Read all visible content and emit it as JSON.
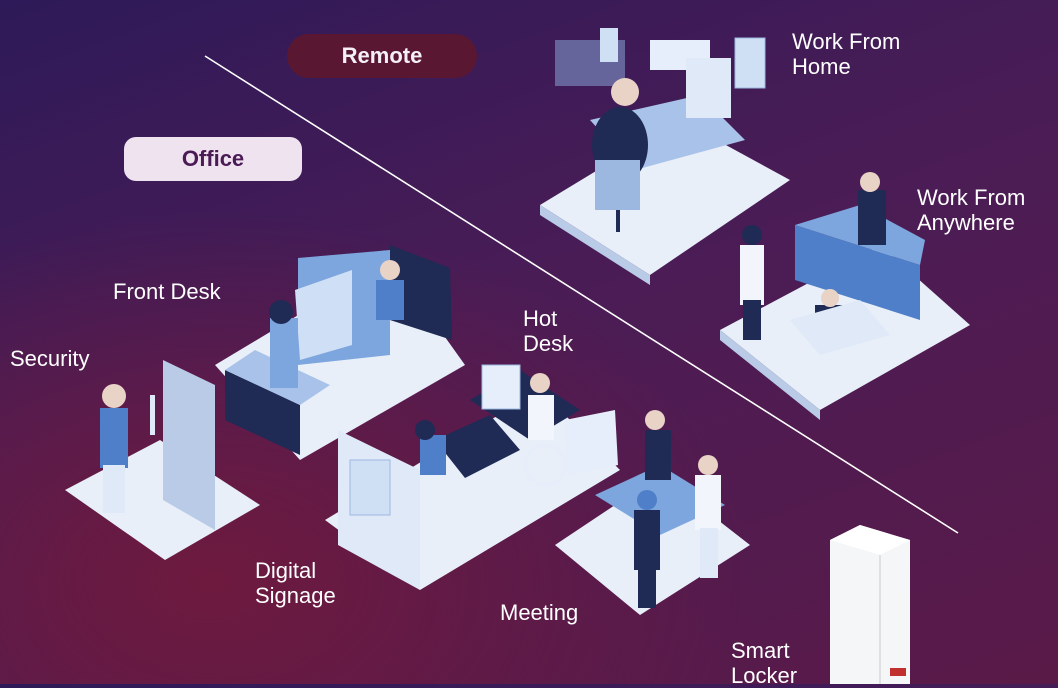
{
  "zones": {
    "remote_label": "Remote",
    "office_label": "Office"
  },
  "scenes": {
    "work_from_home": "Work From\nHome",
    "work_from_anywhere": "Work From\nAnywhere",
    "front_desk": "Front Desk",
    "security": "Security",
    "hot_desk": "Hot\nDesk",
    "digital_signage": "Digital\nSignage",
    "meeting": "Meeting",
    "smart_locker": "Smart\nLocker"
  },
  "colors": {
    "background_top": "#2e1a58",
    "background_bottom": "#5a1a48",
    "remote_pill": "#5a1732",
    "office_pill": "#efe3f0",
    "platform": "#dfe9f8",
    "furniture_blue": "#7ea6de",
    "person_dark": "#1f2a55"
  }
}
